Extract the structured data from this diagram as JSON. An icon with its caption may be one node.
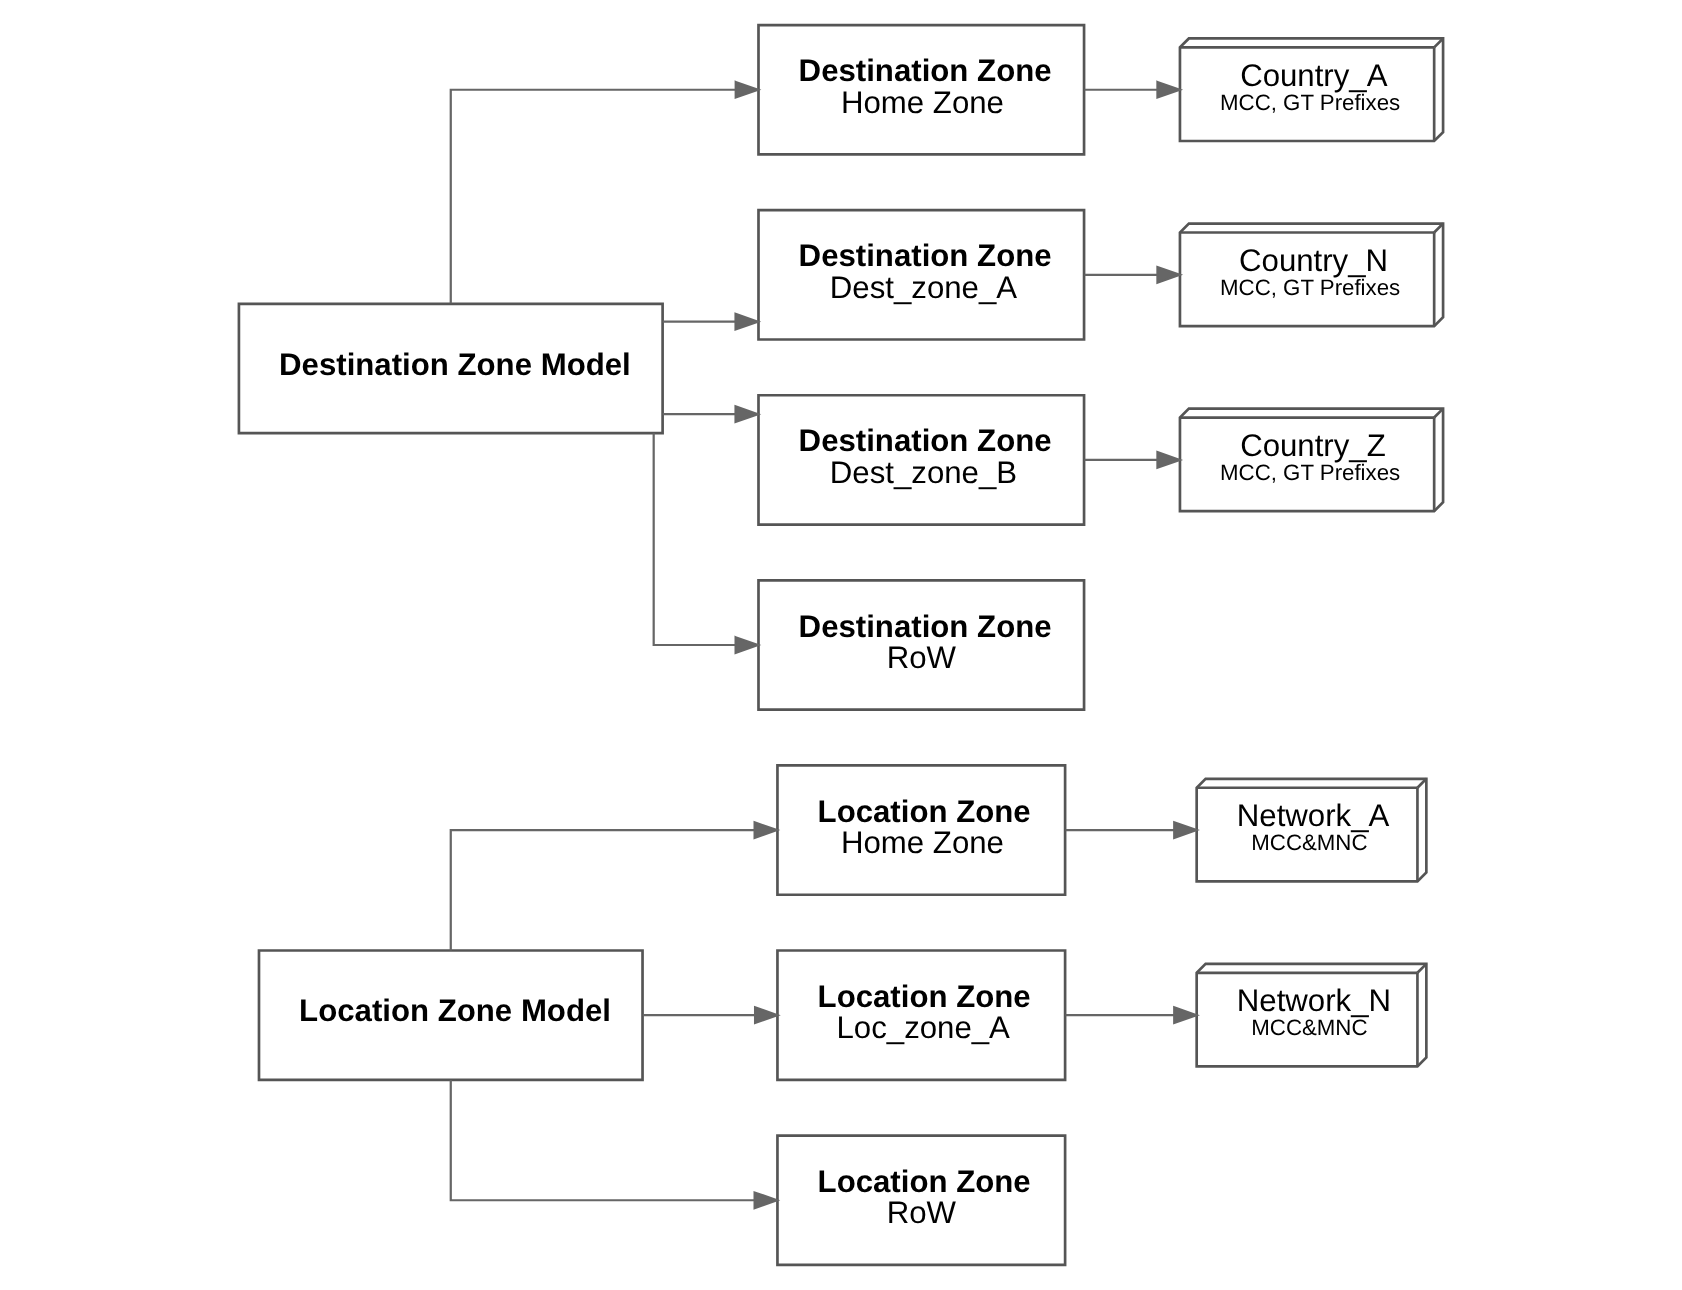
{
  "diagram": {
    "nodes": [
      {
        "text": [
          "Location Zone Model"
        ]
      },
      {
        "text": [
          "Location Zone",
          "Home Zone"
        ]
      },
      {
        "text": [
          "Network_A",
          "MCC&MNC"
        ]
      },
      {
        "text": [
          "Location Zone",
          "Loc_zone_A"
        ]
      },
      {
        "text": [
          "Network_N",
          "MCC&MNC"
        ]
      },
      {
        "text": [
          "Location Zone",
          "RoW"
        ]
      },
      {
        "text": [
          "Destination Zone Model"
        ]
      },
      {
        "text": [
          "Destination Zone",
          "Home Zone"
        ]
      },
      {
        "text": [
          "Country_A",
          "MCC, GT Prefixes"
        ]
      },
      {
        "text": [
          "Destination Zone",
          "Dest_zone_A"
        ]
      },
      {
        "text": [
          "Country_N",
          "MCC, GT Prefixes"
        ]
      },
      {
        "text": [
          "Destination Zone",
          "Dest_zone_B"
        ]
      },
      {
        "text": [
          "Country_Z",
          "MCC, GT Prefixes"
        ]
      },
      {
        "text": [
          "Destination Zone",
          "RoW"
        ]
      }
    ],
    "edges": [
      {
        "from": 0,
        "to": 1,
        "arrow": "to"
      },
      {
        "from": 0,
        "to": 3,
        "arrow": "to"
      },
      {
        "from": 0,
        "to": 5,
        "arrow": "to"
      },
      {
        "from": 1,
        "to": 2,
        "arrow": "to"
      },
      {
        "from": 3,
        "to": 4,
        "arrow": "to"
      },
      {
        "from": 6,
        "to": 7,
        "arrow": "to"
      },
      {
        "from": 6,
        "to": 9,
        "arrow": "to"
      },
      {
        "from": 6,
        "to": 11,
        "arrow": "to"
      },
      {
        "from": 6,
        "to": 13,
        "arrow": "to"
      },
      {
        "from": 7,
        "to": 8,
        "arrow": "to"
      },
      {
        "from": 9,
        "to": 10,
        "arrow": "to"
      },
      {
        "from": 11,
        "to": 12,
        "arrow": "to"
      }
    ]
  }
}
